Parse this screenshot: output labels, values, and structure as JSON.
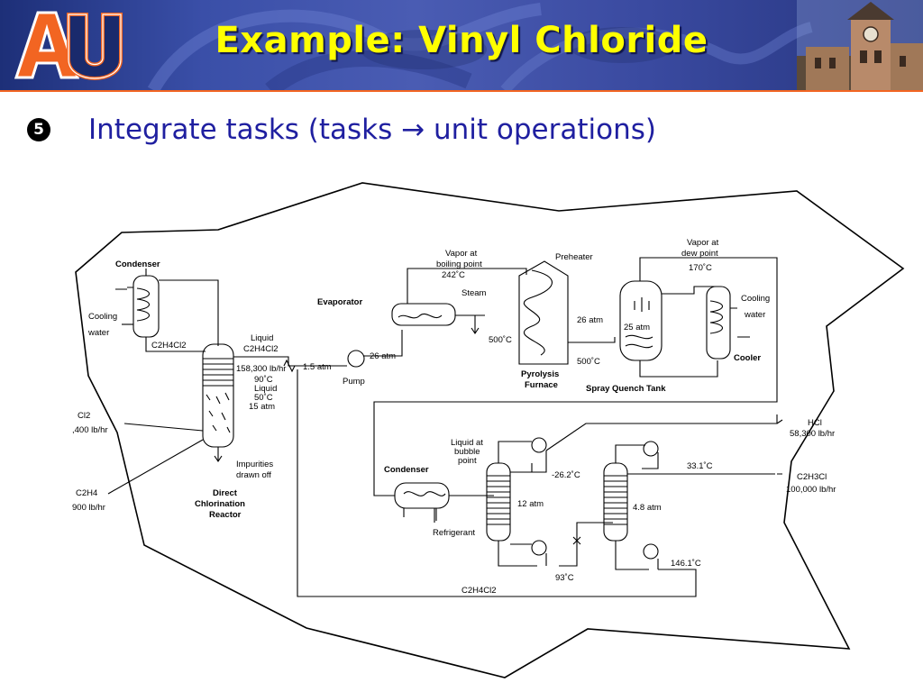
{
  "header": {
    "title": "Example: Vinyl Chloride",
    "logo_letters": "AU"
  },
  "bullet": {
    "number": "5",
    "text": "Integrate tasks (tasks → unit operations)"
  },
  "colors": {
    "title": "#ffff00",
    "bullet_text": "#1f1fa0",
    "banner": "#3a4fa8",
    "banner_accent": "#f26522"
  },
  "diagram": {
    "condenser_top": "Condenser",
    "cooling_water_1": "Cooling",
    "cooling_water_2": "water",
    "c2h4cl2_top_main": "C2H4Cl2",
    "liquid_label": "Liquid",
    "liquid_c2h4cl2": "C2H4Cl2",
    "flow_158300": "158,300 lb/hr",
    "temp_90c": "90˚C",
    "liquid_50c_1": "Liquid",
    "liquid_50c_2": "50˚C",
    "liquid_50c_3": "15 atm",
    "cl2_label": "Cl2",
    "cl2_flow": ",400 lb/hr",
    "c2h4_label": "C2H4",
    "c2h4_flow": "900 lb/hr",
    "impurities_1": "Impurities",
    "impurities_2": "drawn off",
    "reactor_1": "Direct",
    "reactor_2": "Chlorination",
    "reactor_3": "Reactor",
    "pressure_1_5": "1.5 atm",
    "pressure_26_pump": "26 atm",
    "pump_label": "Pump",
    "evaporator_label": "Evaporator",
    "vapor_boiling_1": "Vapor at",
    "vapor_boiling_2": "boiling point",
    "vapor_boiling_3": "242˚C",
    "steam_label": "Steam",
    "preheater_label": "Preheater",
    "furnace_temp_left": "500˚C",
    "furnace_pressure": "26 atm",
    "furnace_temp_bottom": "500˚C",
    "furnace_label_1": "Pyrolysis",
    "furnace_label_2": "Furnace",
    "vapor_dew_1": "Vapor at",
    "vapor_dew_2": "dew point",
    "vapor_dew_3": "170˚C",
    "quench_pressure": "25 atm",
    "quench_label": "Spray Quench Tank",
    "cooling_water_right_1": "Cooling",
    "cooling_water_right_2": "water",
    "cooler_label": "Cooler",
    "hcl_label": "HCl",
    "hcl_flow": "58,300 lb/hr",
    "condenser_bottom": "Condenser",
    "bubble_1": "Liquid at",
    "bubble_2": "bubble",
    "bubble_3": "point",
    "temp_neg26": "-26.2˚C",
    "col1_pressure": "12 atm",
    "refrigerant_label": "Refrigerant",
    "temp_93": "93˚C",
    "col2_pressure": "4.8 atm",
    "temp_33": "33.1˚C",
    "vc_label": "C2H3Cl",
    "vc_flow": "100,000 lb/hr",
    "temp_146": "146.1˚C",
    "recycle_label": "C2H4Cl2"
  }
}
